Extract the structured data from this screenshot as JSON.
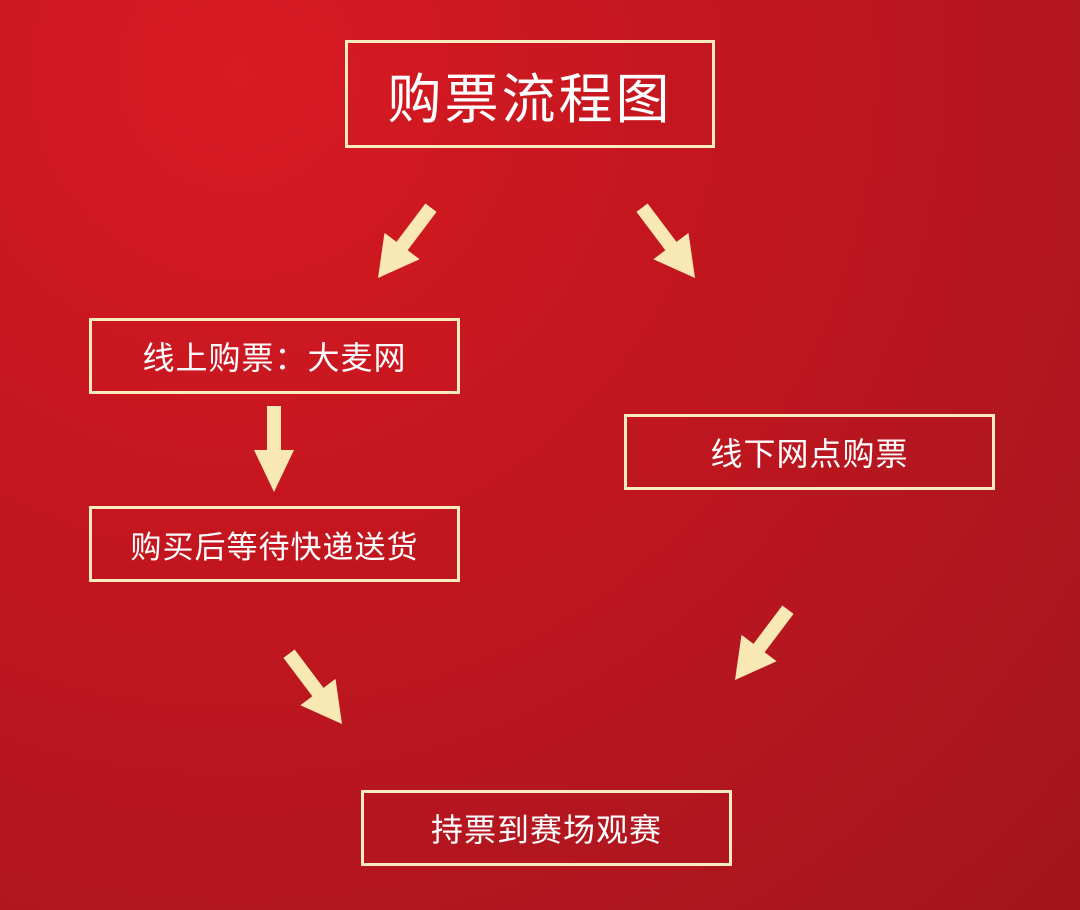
{
  "title": "购票流程图",
  "nodes": {
    "online": "线上购票：大麦网",
    "wait_delivery": "购买后等待快递送货",
    "offline": "线下网点购票",
    "venue": "持票到赛场观赛"
  },
  "colors": {
    "background": "#c3161f",
    "border": "#f7ebbf",
    "arrow": "#f8e9b4",
    "text": "#ffffff"
  }
}
